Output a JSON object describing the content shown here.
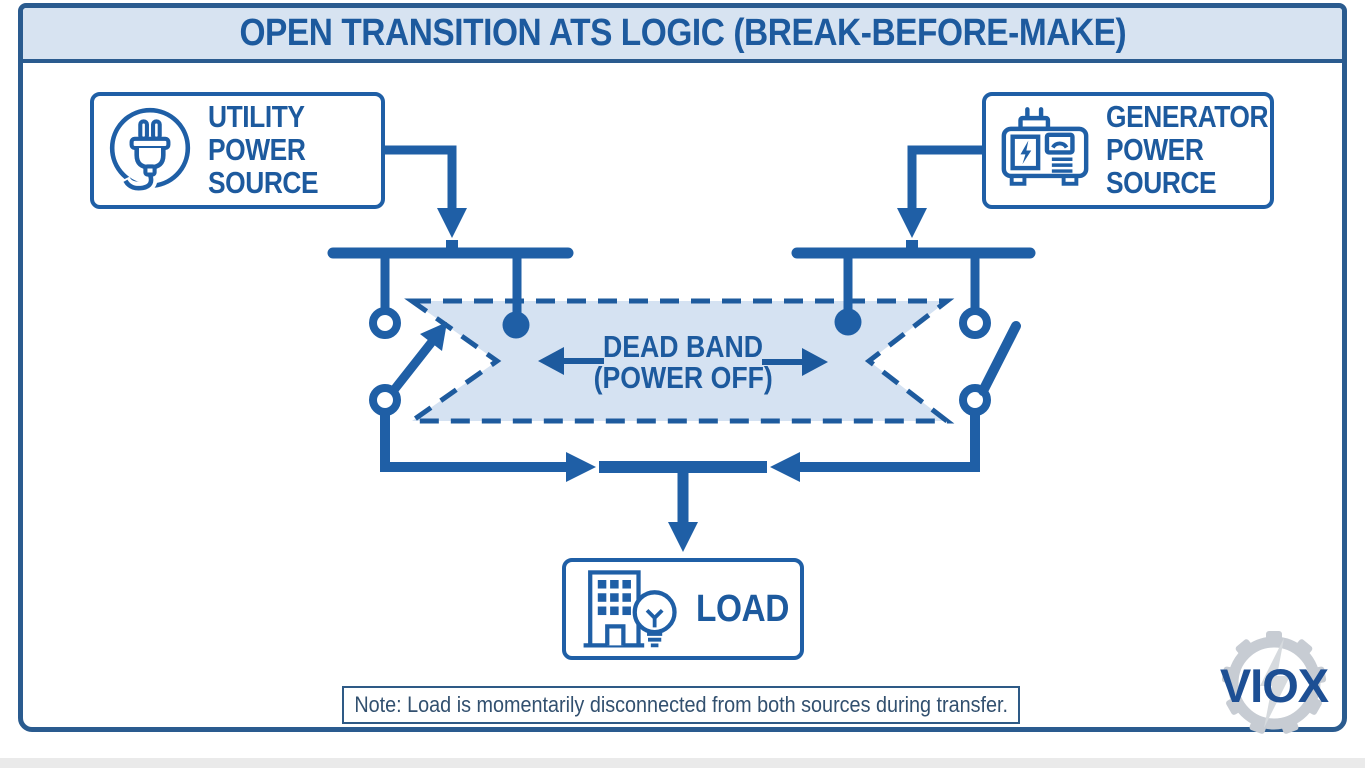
{
  "colors": {
    "primary_blue": "#1f5fa6",
    "text_blue": "#1d5a9e",
    "frame_border": "#2a5b8f",
    "title_band_bg": "#d7e3f1",
    "dead_band_fill": "#d5e2f2",
    "note_text": "#32506f",
    "logo_text": "#1d4f94",
    "logo_gear_gray": "#c7ccd3"
  },
  "title": {
    "text": "OPEN TRANSITION ATS LOGIC (BREAK-BEFORE-MAKE)"
  },
  "utility_source": {
    "lines": [
      "UTILITY",
      "POWER",
      "SOURCE"
    ],
    "icon": "plug-icon"
  },
  "generator_source": {
    "lines": [
      "GENERATOR",
      "POWER",
      "SOURCE"
    ],
    "icon": "generator-icon"
  },
  "dead_band": {
    "lines": [
      "DEAD BAND",
      "(POWER OFF)"
    ]
  },
  "load": {
    "label": "LOAD",
    "icon": "building-bulb-icon"
  },
  "note": {
    "text": "Note: Load is momentarily disconnected from both sources during transfer."
  },
  "logo": {
    "text": "VIOX",
    "icon": "gear-bolt-icon"
  }
}
